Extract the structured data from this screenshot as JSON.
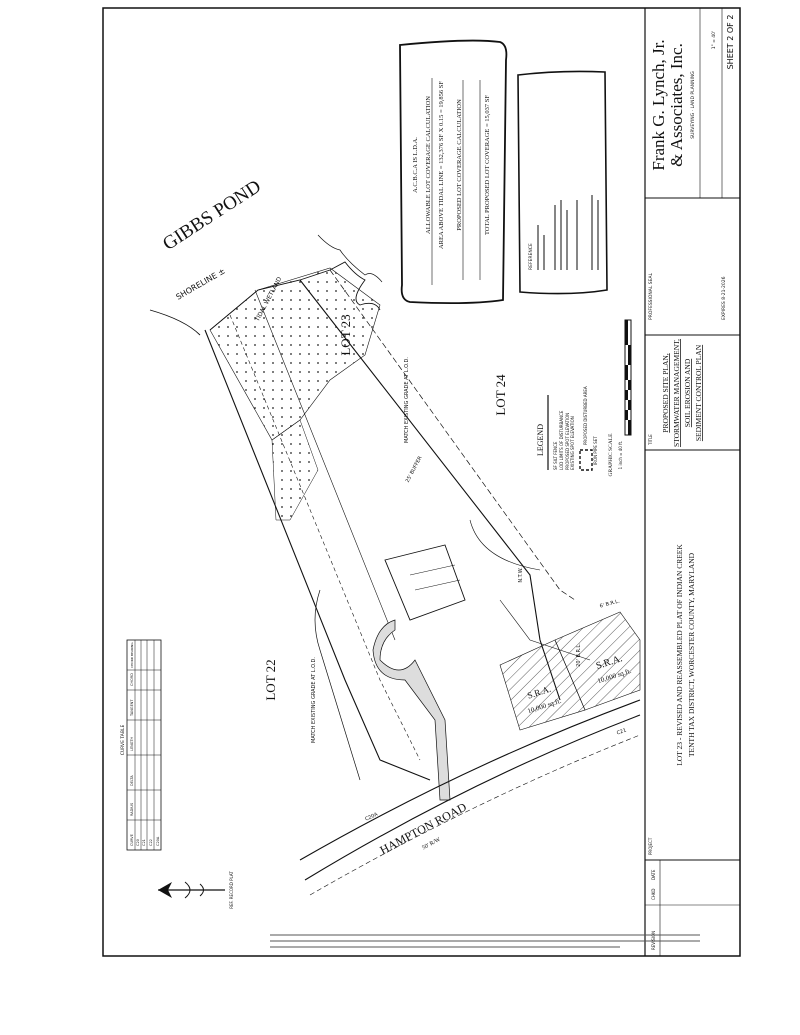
{
  "map": {
    "water_body": "GIBBS POND",
    "shoreline": "SHORELINE ±",
    "tidal_wetland": "TIDAL WETLAND",
    "lots": [
      "LOT 23",
      "LOT 24",
      "LOT 22"
    ],
    "road": "HAMPTON ROAD",
    "road_row": "50' R/W",
    "sra_1": "S.R.A.",
    "sra_1_area": "10,000 sq.ft.",
    "sra_2": "S.R.A.",
    "sra_2_area": "10,000 sq.ft.",
    "buffer_label": "25' BUFFER",
    "ntw": "N.T.W.",
    "match_grade_1": "MATCH EXISTING GRADE AT L.O.D.",
    "match_grade_2": "MATCH EXISTING GRADE AT L.O.D.",
    "brl": "20' B.R.L.",
    "brl_2": "6' B.R.L.",
    "curve_label": "C21",
    "curve_label_2": "C20A"
  },
  "coverage_box": {
    "line1": "A.C.B.C.A IS L.D.A.",
    "line2": "ALLOWABLE LOT COVERAGE CALCULATION",
    "line3": "AREA ABOVE TIDAL LINE = 132,376 SF X 0.15 = 19,856 SF",
    "line4": "PROPOSED LOT COVERAGE CALCULATION",
    "line5": "TOTAL PROPOSED LOT COVERAGE = 15,037 SF"
  },
  "notes_box": {
    "title": "REFERENCE"
  },
  "legend": {
    "title": "LEGEND",
    "items": [
      "SF  SILT FENCE",
      "LOD  LIMITS OF DISTURBANCE",
      "PROPOSED SPOT ELEVATION",
      "EXISTING SPOT ELEVATION",
      "PROPOSED DISTURBED AREA",
      "IRON PIPE SET"
    ],
    "scale_title": "GRAPHIC SCALE",
    "scale_note": "1 inch = 40 ft."
  },
  "curve_table": {
    "title": "CURVE TABLE",
    "headers": [
      "CURVE",
      "RADIUS",
      "DELTA",
      "LENGTH",
      "TANGENT",
      "CHORD",
      "CHORD BEARING"
    ],
    "rows": [
      [
        "C20",
        "",
        "",
        "",
        "",
        "",
        ""
      ],
      [
        "C21",
        "",
        "",
        "",
        "",
        "",
        ""
      ],
      [
        "C22",
        "",
        "",
        "",
        "",
        "",
        ""
      ],
      [
        "C20A",
        "",
        "",
        "",
        "",
        "",
        ""
      ]
    ]
  },
  "north_arrow": {
    "label": "REF. RECORD PLAT"
  },
  "title_block": {
    "firm_name_1": "Frank G. Lynch, Jr.",
    "firm_name_2": "& Associates, Inc.",
    "firm_services": "SURVEYING · LAND PLANNING",
    "sheet": "SHEET 2 OF 2",
    "scale": "1\" = 40'",
    "professional_seal": "PROFESSIONAL SEAL",
    "expires": "EXPIRES 8-21-2026",
    "title_label": "TITLE",
    "title_1": "PROPOSED SITE PLAN,",
    "title_2": "STORMWATER MANAGEMENT,",
    "title_3": "SOIL EROSION AND",
    "title_4": "SEDIMENT CONTROL PLAN",
    "project_label": "PROJECT",
    "project_1": "LOT 23 - REVISED AND REASSEMBLED PLAT OF INDIAN CREEK",
    "project_2": "TENTH TAX DISTRICT, WORCESTER COUNTY, MARYLAND",
    "revision_label": "REVISION",
    "date_label": "DATE",
    "check_label": "CHKD"
  }
}
